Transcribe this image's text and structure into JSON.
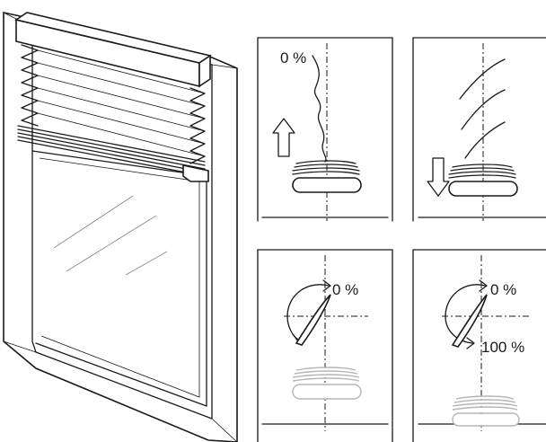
{
  "panels": {
    "top_left": {
      "label": "0 %"
    },
    "bottom_left": {
      "label": "0 %"
    },
    "bottom_right": {
      "label_top": "0 %",
      "label_bottom": "100 %"
    }
  }
}
